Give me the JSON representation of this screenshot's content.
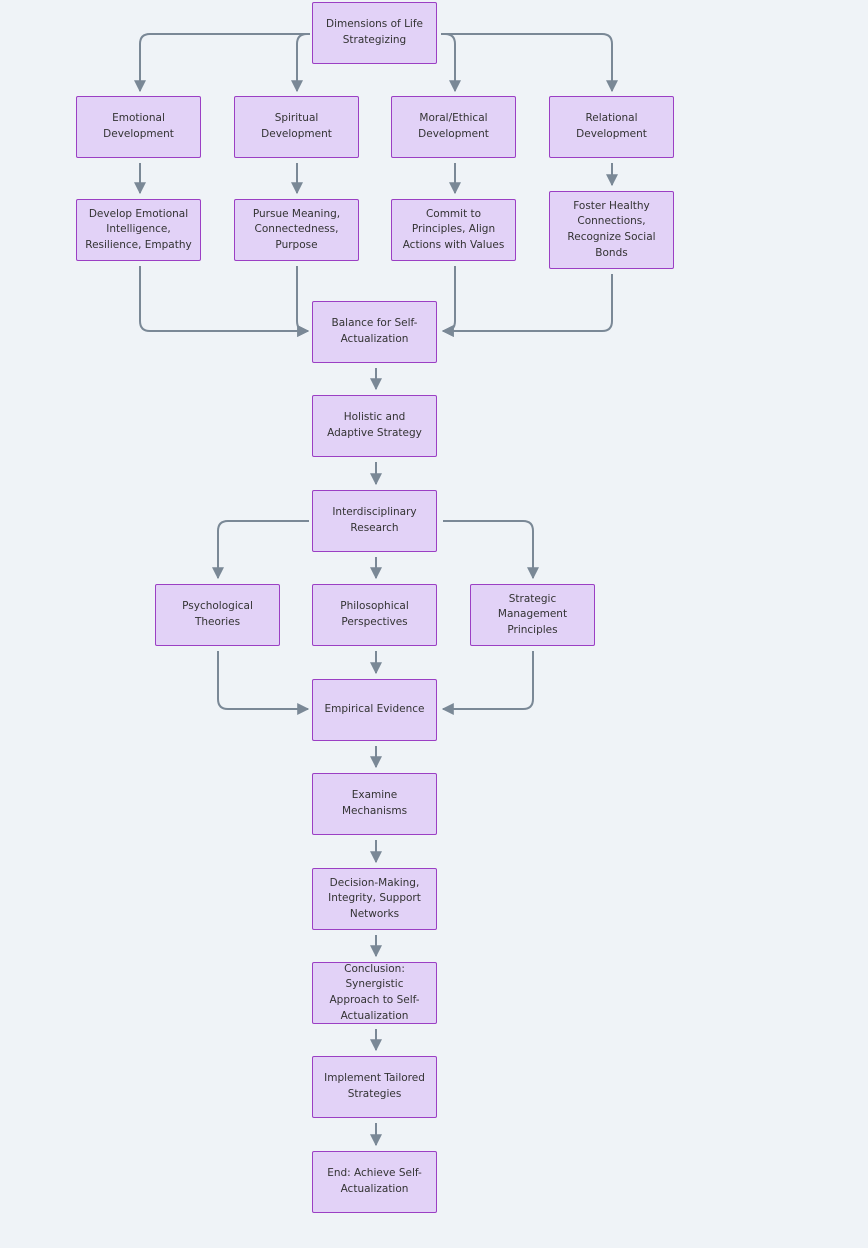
{
  "nodes": {
    "start": "Dimensions of Life Strategizing",
    "emotional": "Emotional Development",
    "spiritual": "Spiritual Development",
    "moral": "Moral/Ethical Development",
    "relational": "Relational Development",
    "emotional_detail": "Develop Emotional Intelligence, Resilience, Empathy",
    "spiritual_detail": "Pursue Meaning, Connectedness, Purpose",
    "moral_detail": "Commit to Principles, Align Actions with Values",
    "relational_detail": "Foster Healthy Connections, Recognize Social Bonds",
    "balance": "Balance for Self-Actualization",
    "holistic": "Holistic and Adaptive Strategy",
    "research": "Interdisciplinary Research",
    "psych": "Psychological Theories",
    "philo": "Philosophical Perspectives",
    "strategic": "Strategic Management Principles",
    "empirical": "Empirical Evidence",
    "examine": "Examine Mechanisms",
    "decision": "Decision-Making, Integrity, Support Networks",
    "conclusion": "Conclusion: Synergistic Approach to Self-Actualization",
    "implement": "Implement Tailored Strategies",
    "end": "End: Achieve Self-Actualization"
  },
  "colors": {
    "node_fill": "#e2d2f7",
    "node_border": "#9b3fc4",
    "edge": "#7a8896",
    "background": "#eff3f7"
  }
}
